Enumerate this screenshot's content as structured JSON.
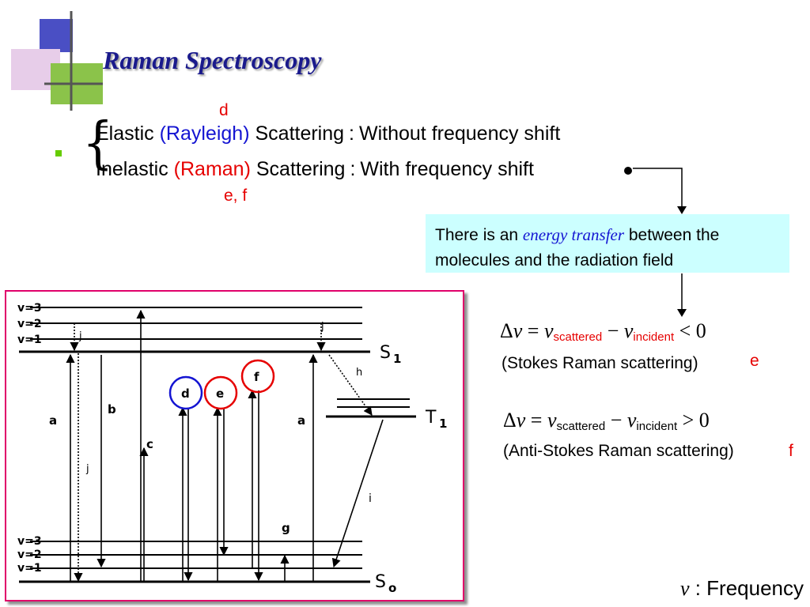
{
  "slide": {
    "title": "Raman Spectroscopy",
    "label_d": "d",
    "label_ef": "e, f"
  },
  "scattering": {
    "elastic": {
      "prefix": "Elastic",
      "paren": "(Rayleigh)",
      "word": "Scattering",
      "colon": ":",
      "desc": "Without frequency shift"
    },
    "inelastic": {
      "prefix": "Inelastic",
      "paren": "(Raman)",
      "word": "Scattering",
      "colon": ":",
      "desc": "With frequency shift"
    }
  },
  "callout": {
    "part1": "There is an",
    "emphasis": "energy transfer",
    "part2": "between the",
    "line2": "molecules and the radiation field"
  },
  "stokes": {
    "delta": "Δ",
    "nu": "ν",
    "eq": " = ",
    "minus": " − ",
    "sub_scattered": "scattered",
    "sub_incident": "incident",
    "rel": " < 0",
    "caption": "(Stokes Raman scattering)",
    "tag": "e"
  },
  "antistokes": {
    "delta": "Δ",
    "nu": "ν",
    "eq": " = ",
    "minus": " − ",
    "sub_scattered": "scattered",
    "sub_incident": "incident",
    "rel": " > 0",
    "caption": "(Anti-Stokes Raman scattering)",
    "tag": "f"
  },
  "diagram": {
    "levels_upper": [
      "v=3",
      "v=2",
      "v=1"
    ],
    "levels_lower": [
      "v=3",
      "v=2",
      "v=1"
    ],
    "state_s1": "S",
    "state_s1_sub": "1",
    "state_t1": "T",
    "state_t1_sub": "1",
    "state_s0": "S",
    "state_s0_sub": "o",
    "transition_labels": {
      "a_left": "a",
      "b": "b",
      "c": "c",
      "a_right": "a",
      "j_top": "j",
      "j_mid": "j",
      "j_right": "j",
      "h": "h",
      "i": "i",
      "g": "g"
    },
    "circled": [
      "d",
      "e",
      "f"
    ],
    "circle_colors": {
      "d": "#1414d2",
      "e": "#e60000",
      "f": "#e60000"
    }
  },
  "footer": {
    "nu": "ν",
    "colon": " : ",
    "text": "Frequency"
  },
  "colors": {
    "title": "#1a1a8c",
    "blue_text": "#1414d2",
    "red_text": "#e60000",
    "callout_bg": "#ccffff",
    "frame_border": "#e0006a"
  }
}
